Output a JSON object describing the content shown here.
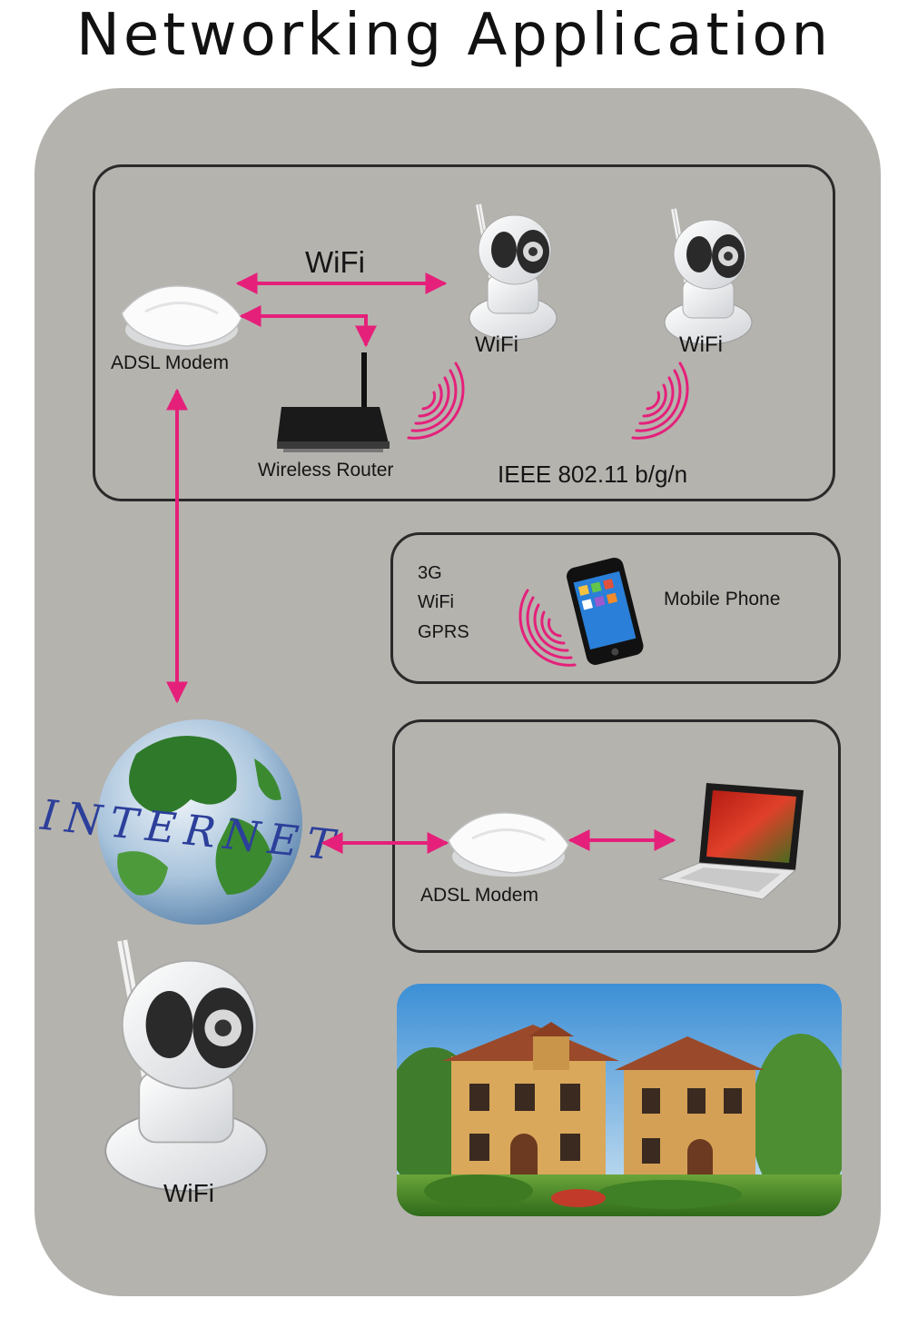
{
  "title": "Networking Application",
  "colors": {
    "accent": "#e5207a",
    "panel": "#b5b3ae",
    "line": "#2a2a2a"
  },
  "section_home": {
    "link_label": "WiFi",
    "modem_label": "ADSL Modem",
    "router_label": "Wireless Router",
    "camera_labels": [
      "WiFi",
      "WiFi"
    ],
    "standard_label": "IEEE 802.11 b/g/n"
  },
  "section_mobile": {
    "connections": [
      "3G",
      "WiFi",
      "GPRS"
    ],
    "device_label": "Mobile Phone"
  },
  "section_internet": {
    "globe_text": "INTERNET",
    "modem_label": "ADSL Modem"
  },
  "bottom_camera_label": "WiFi"
}
